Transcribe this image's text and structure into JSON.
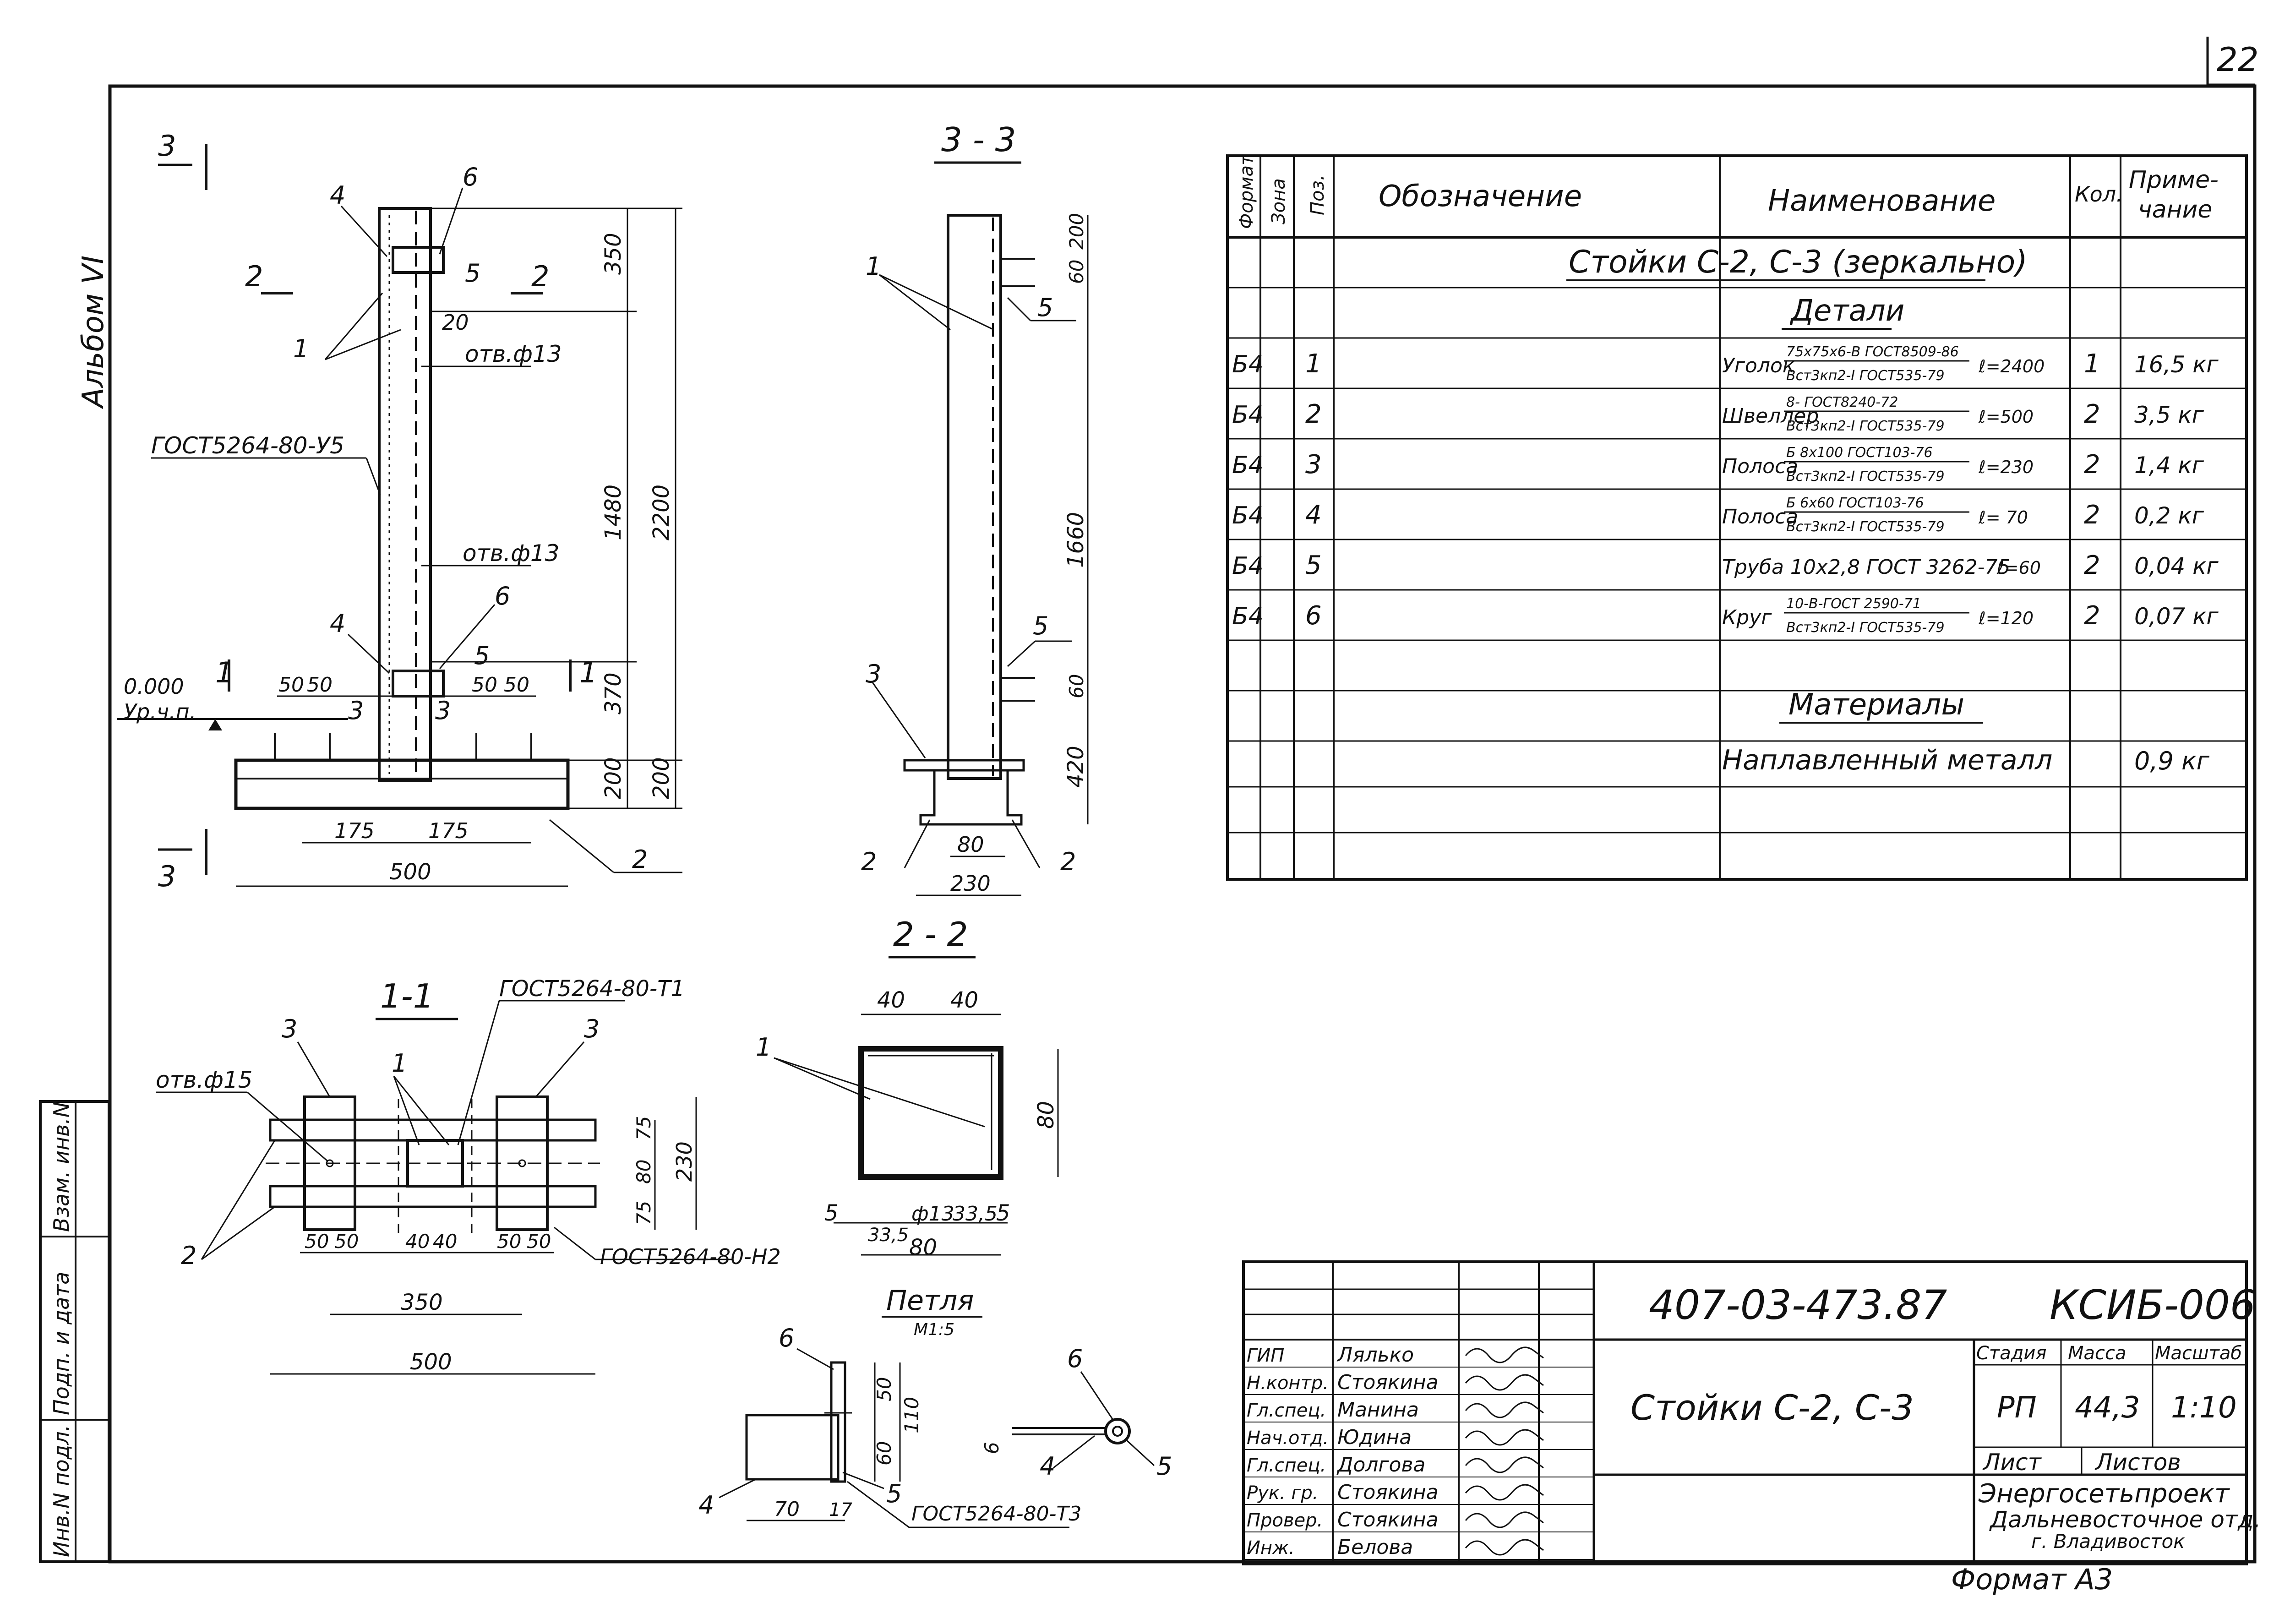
{
  "sheet": {
    "number": "22",
    "album": "Альбом VI",
    "format": "Формат А3"
  },
  "drawing": {
    "section_3_mark": "3",
    "section_2_mark": "2",
    "section_1_mark": "1",
    "gost_tube": "ГОСТ5264-80-У5",
    "gost_t1": "ГОСТ5264-80-Т1",
    "gost_n2": "ГОСТ5264-80-Н2",
    "gost_t3": "ГОСТ5264-80-Т3",
    "hole13_a": "отв.ф13",
    "hole13_b": "отв.ф13",
    "hole15": "отв.ф15",
    "level_zero": "0.000",
    "level_label": "Ур.ч.п.",
    "title_33": "3 - 3",
    "title_22": "2 - 2",
    "title_11": "1-1",
    "loop_title": "Петля",
    "loop_scale": "М1:5",
    "dims_main": {
      "d350": "350",
      "d20": "20",
      "d1480": "1480",
      "d2200": "2200",
      "d370": "370",
      "d200a": "200",
      "d200b": "200",
      "d50a": "50",
      "d50b": "50",
      "d50c": "50",
      "d50d": "50",
      "d175a": "175",
      "d175b": "175",
      "d500": "500"
    },
    "dims_33": {
      "d200": "200",
      "d60a": "60",
      "d1660": "1660",
      "d60b": "60",
      "d420": "420",
      "d80": "80",
      "d230": "230"
    },
    "dims_22": {
      "d40a": "40",
      "d40b": "40",
      "d80v": "80",
      "d5a": "5",
      "d13": "ф13",
      "d33a": "33,5",
      "d33b": "33,5",
      "d5b": "5",
      "d80h": "80"
    },
    "dims_11": {
      "d50a": "50",
      "d50b": "50",
      "d40a": "40",
      "d40b": "40",
      "d50c": "50",
      "d50d": "50",
      "d350": "350",
      "d500": "500",
      "d75a": "75",
      "d80": "80",
      "d75b": "75",
      "d230": "230"
    },
    "dims_loop": {
      "d50": "50",
      "d110": "110",
      "d60": "60",
      "d70": "70",
      "d17": "17",
      "d6": "6"
    },
    "callouts": {
      "p1": "1",
      "p2": "2",
      "p3": "3",
      "p4": "4",
      "p5": "5",
      "p6": "6"
    }
  },
  "spec": {
    "headers": {
      "format": "Формат",
      "zone": "Зона",
      "pos": "Поз.",
      "designation": "Обозначение",
      "name": "Наименование",
      "qty": "Кол.",
      "note_line1": "Приме-",
      "note_line2": "чание"
    },
    "title": "Стойки С-2, С-3 (зеркально)",
    "section_details": "Детали",
    "section_materials": "Материалы",
    "rows": [
      {
        "format": "Б4",
        "pos": "1",
        "name": "Уголок",
        "top": "75х75х6-В ГОСТ8509-86",
        "bottom": "Вст3кп2-I ГОСТ535-79",
        "len": "ℓ=2400",
        "qty": "1",
        "note": "16,5 кг"
      },
      {
        "format": "Б4",
        "pos": "2",
        "name": "Швеллер",
        "top": "8- ГОСТ8240-72",
        "bottom": "Вст3кп2-I ГОСТ535-79",
        "len": "ℓ=500",
        "qty": "2",
        "note": "3,5 кг"
      },
      {
        "format": "Б4",
        "pos": "3",
        "name": "Полоса",
        "top": "Б 8х100 ГОСТ103-76",
        "bottom": "Вст3кп2-I ГОСТ535-79",
        "len": "ℓ=230",
        "qty": "2",
        "note": "1,4 кг"
      },
      {
        "format": "Б4",
        "pos": "4",
        "name": "Полоса",
        "top": "Б 6х60 ГОСТ103-76",
        "bottom": "Вст3кп2-I ГОСТ535-79",
        "len": "ℓ= 70",
        "qty": "2",
        "note": "0,2 кг"
      },
      {
        "format": "Б4",
        "pos": "5",
        "name": "Труба 10х2,8 ГОСТ 3262-75",
        "top": "",
        "bottom": "",
        "len": "ℓ=60",
        "qty": "2",
        "note": "0,04 кг"
      },
      {
        "format": "Б4",
        "pos": "6",
        "name": "Круг",
        "top": "10-В-ГОСТ 2590-71",
        "bottom": "Вст3кп2-I ГОСТ535-79",
        "len": "ℓ=120",
        "qty": "2",
        "note": "0,07 кг"
      }
    ],
    "material_row": {
      "name": "Наплавленный металл",
      "note": "0,9 кг"
    }
  },
  "title_block": {
    "doc_code": "407-03-473.87",
    "mark": "КСИБ-006",
    "drawing_title": "Стойки С-2, С-3",
    "stage_label": "Стадия",
    "mass_label": "Масса",
    "scale_label": "Масштаб",
    "stage": "РП",
    "mass": "44,3",
    "scale": "1:10",
    "sheet_label": "Лист",
    "sheets_label": "Листов",
    "org_line1": "Энергосетьпроект",
    "org_line2": "Дальневосточное отд.",
    "org_line3": "г. Владивосток",
    "roles": [
      {
        "role": "ГИП",
        "name": "Лялько"
      },
      {
        "role": "Н.контр.",
        "name": "Стоякина"
      },
      {
        "role": "Гл.спец.",
        "name": "Манина"
      },
      {
        "role": "Нач.отд.",
        "name": "Юдина"
      },
      {
        "role": "Гл.спец.",
        "name": "Долгова"
      },
      {
        "role": "Рук. гр.",
        "name": "Стоякина"
      },
      {
        "role": "Провер.",
        "name": "Стоякина"
      },
      {
        "role": "Инж.",
        "name": "Белова"
      }
    ]
  },
  "side_stamp": {
    "inv_orig": "Инв.N подл.",
    "sign_date": "Подп. и дата",
    "inv_replace": "Взам. инв.N"
  }
}
